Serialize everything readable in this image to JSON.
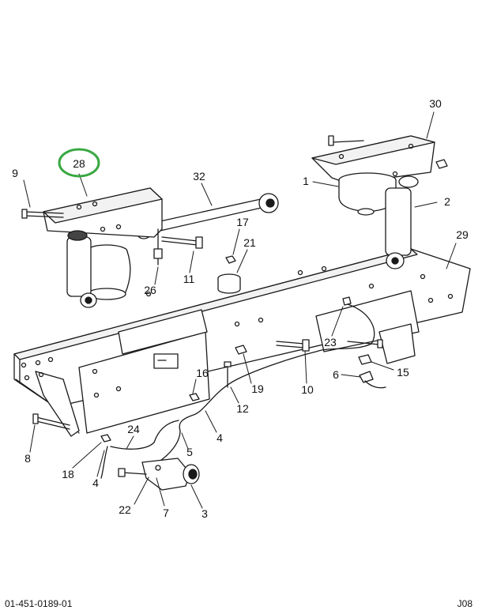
{
  "highlight_color": "#3aa843",
  "footer": {
    "document_number": "01-451-0189-01",
    "sheet_code": "J08"
  },
  "callouts": {
    "c1": "1",
    "c2": "2",
    "c3": "3",
    "c4a": "4",
    "c4b": "4",
    "c5": "5",
    "c6": "6",
    "c7": "7",
    "c8": "8",
    "c9": "9",
    "c10": "10",
    "c11": "11",
    "c12": "12",
    "c15": "15",
    "c16": "16",
    "c17": "17",
    "c18": "18",
    "c19": "19",
    "c21": "21",
    "c22": "22",
    "c23": "23",
    "c24": "24",
    "c26": "26",
    "c28": "28",
    "c29": "29",
    "c30": "30",
    "c32": "32"
  }
}
